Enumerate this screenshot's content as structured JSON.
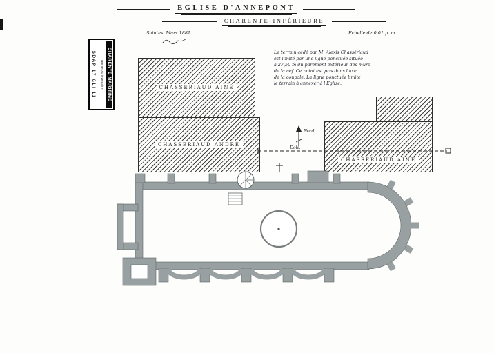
{
  "header": {
    "title": "EGLISE D'ANNEPONT",
    "subtitle": "CHARENTE-INFÉRIEURE",
    "place_date": "Saintes. Mars 1881",
    "scale": "Echelle de 0,01 p. m."
  },
  "stamp": {
    "line1": "CHARENTE MARITIME",
    "line2": "Numéro d'inventaire",
    "line3": "SDAP 17 CLI 11"
  },
  "annotation": {
    "l1": "Le terrain cédé par M. Alexis Chassériaud",
    "l2": "est limité par une ligne ponctuée située",
    "l3": "à 27,50 m du parement extérieur des murs",
    "l4": "de la nef. Ce point est pris dans l'axe",
    "l5": "de la coupole. La ligne ponctuée limite",
    "l6": "le terrain à annexer à l'Eglise."
  },
  "parcels": {
    "top_left": "Chasseriaud Ainé",
    "mid_left": "Chasseriaud André",
    "right": "Chasseriaud Ainé"
  },
  "plan": {
    "north": "Nord",
    "road": "Dole."
  }
}
